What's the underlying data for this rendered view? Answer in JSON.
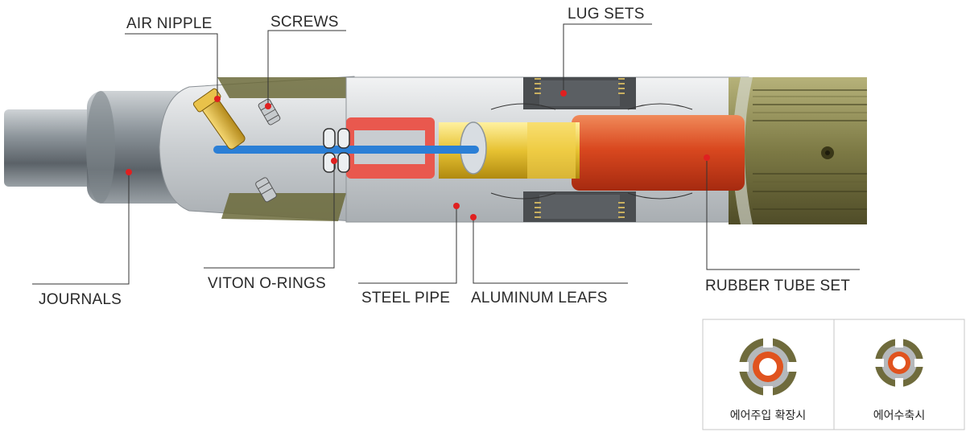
{
  "labels": {
    "air_nipple": "AIR NIPPLE",
    "screws": "SCREWS",
    "lug_sets": "LUG SETS",
    "journals": "JOURNALS",
    "viton_o_rings": "VITON O-RINGS",
    "steel_pipe": "STEEL PIPE",
    "aluminum_leafs": "ALUMINUM LEAFS",
    "rubber_tube_set": "RUBBER TUBE SET"
  },
  "inset": {
    "expanded_caption": "에어주입 확장시",
    "contracted_caption": "에어수축시"
  },
  "colors": {
    "leader_dot": "#e02020",
    "air_tube": "#2b7fd6",
    "rubber_tube": "#d9481f",
    "aluminum": "#d8b21e",
    "rubber_grip": "#7d7a45"
  }
}
